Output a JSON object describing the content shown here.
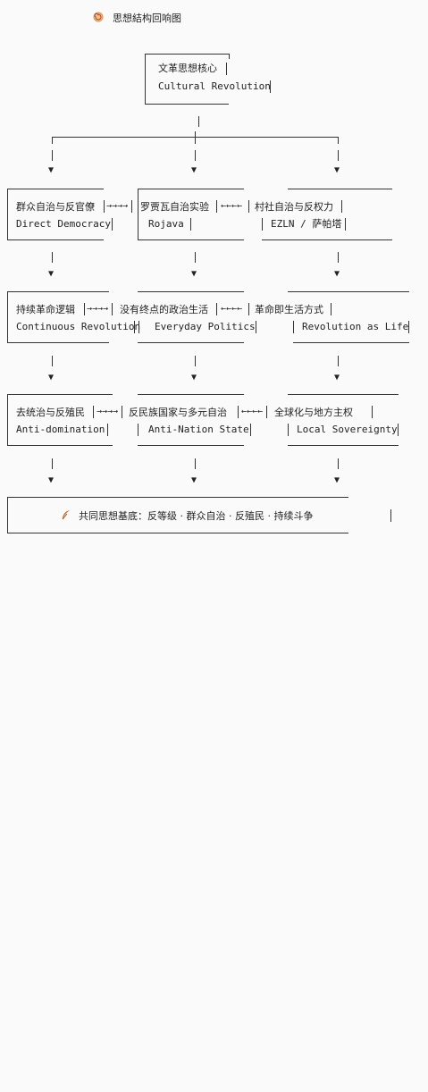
{
  "title": {
    "icon": "swirl-icon",
    "text": "思想結构回响图"
  },
  "root": {
    "line1": "文革思想核心",
    "line2": "Cultural Revolution"
  },
  "row1": {
    "left": {
      "line1": "群众自治与反官僚",
      "line2": "Direct Democracy"
    },
    "middle": {
      "line1": "罗贾瓦自治实验",
      "line2": "Rojava"
    },
    "right": {
      "line1": "村社自治与反权力",
      "line2": "EZLN / 萨帕塔"
    }
  },
  "row2": {
    "left": {
      "line1": "持续革命逻辑",
      "line2": "Continuous Revolution"
    },
    "middle": {
      "line1": "没有终点的政治生活",
      "line2": "Everyday Politics"
    },
    "right": {
      "line1": "革命即生活方式",
      "line2": "Revolution as Life"
    }
  },
  "row3": {
    "left": {
      "line1": "去统治与反殖民",
      "line2": "Anti-domination"
    },
    "middle": {
      "line1": "反民族国家与多元自治",
      "line2": "Anti-Nation State"
    },
    "right": {
      "line1": "全球化与地方主权",
      "line2": "Local Sovereignty"
    }
  },
  "connectors": {
    "right_arrow": "→→→→",
    "left_arrow": "←←←←",
    "down_arrow": "▼"
  },
  "footer": {
    "icon": "feather-icon",
    "text": "共同思想基底：反等级 · 群众自治 · 反殖民 · 持续斗争"
  }
}
